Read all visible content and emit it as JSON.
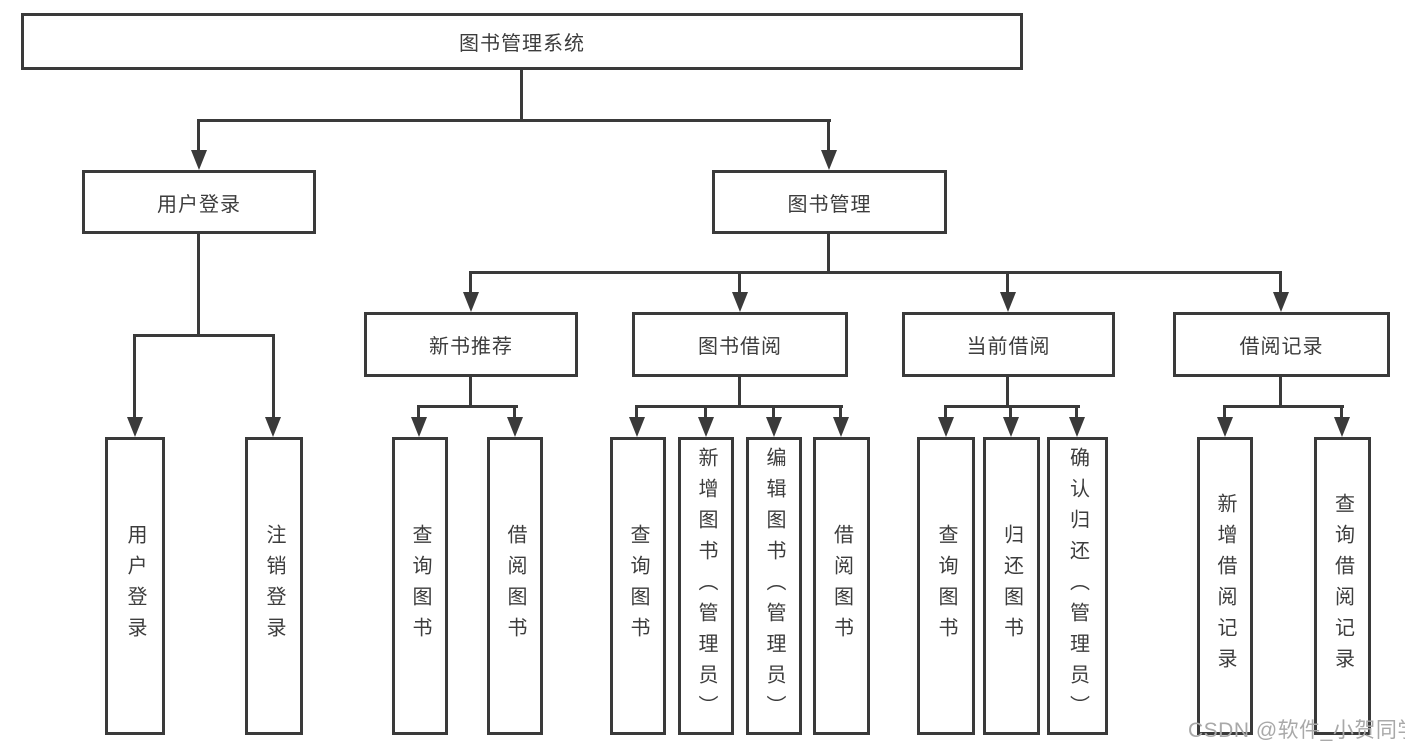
{
  "tree": {
    "label": "图书管理系统",
    "children": [
      {
        "label": "用户登录",
        "children": [
          {
            "label": "用户登录"
          },
          {
            "label": "注销登录"
          }
        ]
      },
      {
        "label": "图书管理",
        "children": [
          {
            "label": "新书推荐",
            "children": [
              {
                "label": "查询图书"
              },
              {
                "label": "借阅图书"
              }
            ]
          },
          {
            "label": "图书借阅",
            "children": [
              {
                "label": "查询图书"
              },
              {
                "label": "新增图书（管理员）"
              },
              {
                "label": "编辑图书（管理员）"
              },
              {
                "label": "借阅图书"
              }
            ]
          },
          {
            "label": "当前借阅",
            "children": [
              {
                "label": "查询图书"
              },
              {
                "label": "归还图书"
              },
              {
                "label": "确认归还（管理员）"
              }
            ]
          },
          {
            "label": "借阅记录",
            "children": [
              {
                "label": "新增借阅记录"
              },
              {
                "label": "查询借阅记录"
              }
            ]
          }
        ]
      }
    ]
  },
  "watermark": "CSDN @软件_小贺同学",
  "colors": {
    "line": "#3a3a3a",
    "text": "#3d3d3d",
    "watermark": "#a9a9a9",
    "background": "#ffffff"
  }
}
